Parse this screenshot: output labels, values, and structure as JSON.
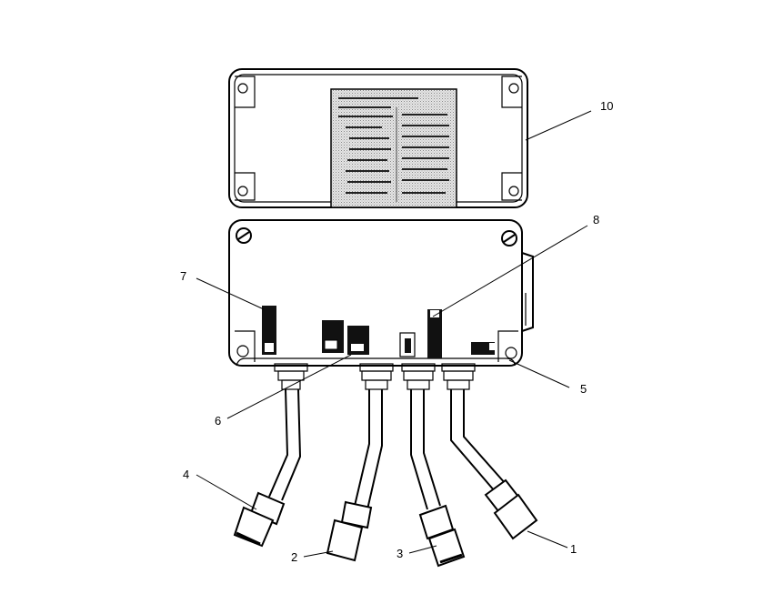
{
  "diagram": {
    "callouts": [
      {
        "id": "10",
        "text": "10"
      },
      {
        "id": "8",
        "text": "8"
      },
      {
        "id": "7",
        "text": "7"
      },
      {
        "id": "5",
        "text": "5"
      },
      {
        "id": "6",
        "text": "6"
      },
      {
        "id": "4",
        "text": "4"
      },
      {
        "id": "2",
        "text": "2"
      },
      {
        "id": "3",
        "text": "3"
      },
      {
        "id": "1",
        "text": "1"
      }
    ]
  },
  "colors": {
    "line": "#000000",
    "background": "#ffffff",
    "label_screen": "#c8c8c8"
  }
}
